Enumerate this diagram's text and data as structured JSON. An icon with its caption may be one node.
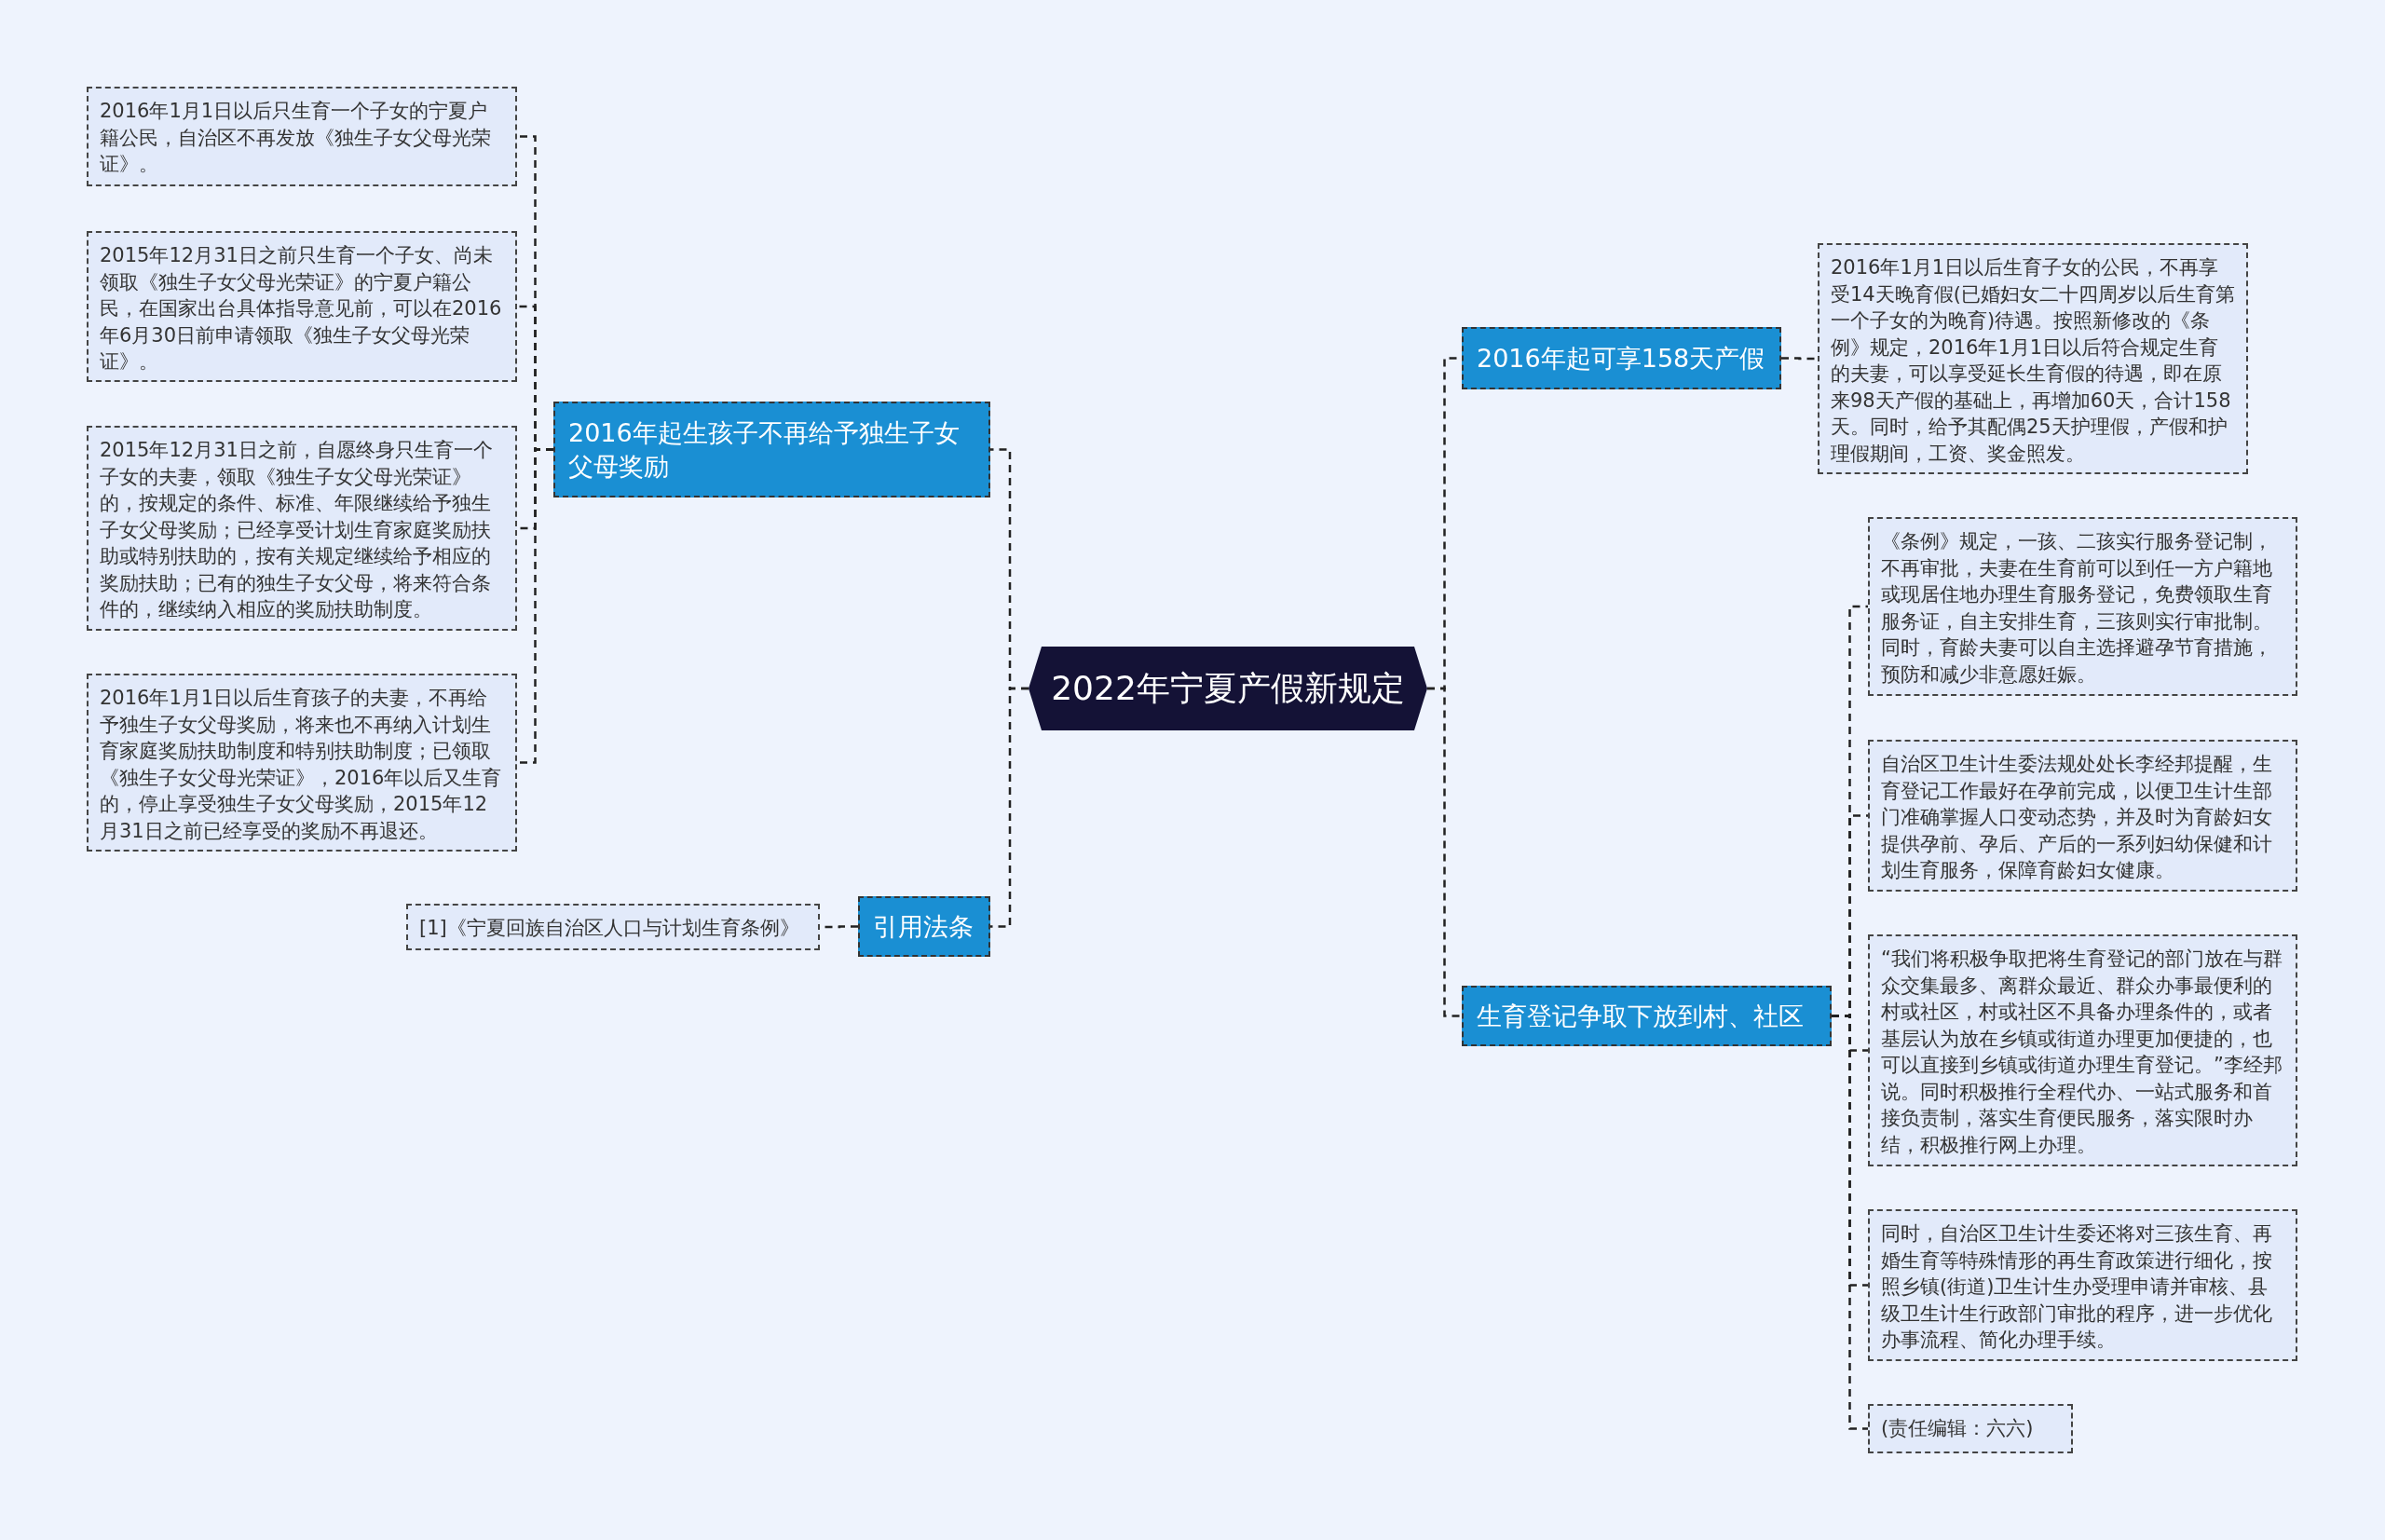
{
  "diagram": {
    "nodes": [
      {
        "text": [
          "2022年宁夏产假新规定"
        ]
      },
      {
        "text": [
          "2016年起生孩子不再给予独生子女父母奖励"
        ]
      },
      {
        "text": [
          "2016年1月1日以后只生育一个子女的宁夏户籍公民，自治区不再发放《独生子女父母光荣证》。"
        ]
      },
      {
        "text": [
          "2015年12月31日之前只生育一个子女、尚未领取《独生子女父母光荣证》的宁夏户籍公民，在国家出台具体指导意见前，可以在2016年6月30日前申请领取《独生子女父母光荣证》。"
        ]
      },
      {
        "text": [
          "2015年12月31日之前，自愿终身只生育一个子女的夫妻，领取《独生子女父母光荣证》的，按规定的条件、标准、年限继续给予独生子女父母奖励；已经享受计划生育家庭奖励扶助或特别扶助的，按有关规定继续给予相应的奖励扶助；已有的独生子女父母，将来符合条件的，继续纳入相应的奖励扶助制度。"
        ]
      },
      {
        "text": [
          "2016年1月1日以后生育孩子的夫妻，不再给予独生子女父母奖励，将来也不再纳入计划生育家庭奖励扶助制度和特别扶助制度；已领取《独生子女父母光荣证》，2016年以后又生育的，停止享受独生子女父母奖励，2015年12月31日之前已经享受的奖励不再退还。"
        ]
      },
      {
        "text": [
          "引用法条"
        ]
      },
      {
        "text": [
          "[1]《宁夏回族自治区人口与计划生育条例》"
        ]
      },
      {
        "text": [
          "2016年起可享158天产假"
        ]
      },
      {
        "text": [
          "2016年1月1日以后生育子女的公民，不再享受14天晚育假(已婚妇女二十四周岁以后生育第一个子女的为晚育)待遇。按照新修改的《条例》规定，2016年1月1日以后符合规定生育的夫妻，可以享受延长生育假的待遇，即在原来98天产假的基础上，再增加60天，合计158天。同时，给予其配偶25天护理假，产假和护理假期间，工资、奖金照发。"
        ]
      },
      {
        "text": [
          "生育登记争取下放到村、社区"
        ]
      },
      {
        "text": [
          "《条例》规定，一孩、二孩实行服务登记制，不再审批，夫妻在生育前可以到任一方户籍地或现居住地办理生育服务登记，免费领取生育服务证，自主安排生育，三孩则实行审批制。同时，育龄夫妻可以自主选择避孕节育措施，预防和减少非意愿妊娠。"
        ]
      },
      {
        "text": [
          "自治区卫生计生委法规处处长李经邦提醒，生育登记工作最好在孕前完成，以便卫生计生部门准确掌握人口变动态势，并及时为育龄妇女提供孕前、孕后、产后的一系列妇幼保健和计划生育服务，保障育龄妇女健康。"
        ]
      },
      {
        "text": [
          "“我们将积极争取把将生育登记的部门放在与群众交集最多、离群众最近、群众办事最便利的村或社区，村或社区不具备办理条件的，或者基层认为放在乡镇或街道办理更加便捷的，也可以直接到乡镇或街道办理生育登记。”李经邦说。同时积极推行全程代办、一站式服务和首接负责制，落实生育便民服务，落实限时办结，积极推行网上办理。"
        ]
      },
      {
        "text": [
          "同时，自治区卫生计生委还将对三孩生育、再婚生育等特殊情形的再生育政策进行细化，按照乡镇(街道)卫生计生办受理申请并审核、县级卫生计生行政部门审批的程序，进一步优化办事流程、简化办理手续。"
        ]
      },
      {
        "text": [
          "(责任编辑：六六)"
        ]
      }
    ],
    "edges": [
      {
        "from": 0,
        "to": 1,
        "arrow": "none"
      },
      {
        "from": 1,
        "to": 2,
        "arrow": "none"
      },
      {
        "from": 1,
        "to": 3,
        "arrow": "none"
      },
      {
        "from": 1,
        "to": 4,
        "arrow": "none"
      },
      {
        "from": 1,
        "to": 5,
        "arrow": "none"
      },
      {
        "from": 0,
        "to": 6,
        "arrow": "none"
      },
      {
        "from": 6,
        "to": 7,
        "arrow": "none"
      },
      {
        "from": 0,
        "to": 8,
        "arrow": "none"
      },
      {
        "from": 8,
        "to": 9,
        "arrow": "none"
      },
      {
        "from": 0,
        "to": 10,
        "arrow": "none"
      },
      {
        "from": 10,
        "to": 11,
        "arrow": "none"
      },
      {
        "from": 10,
        "to": 12,
        "arrow": "none"
      },
      {
        "from": 10,
        "to": 13,
        "arrow": "none"
      },
      {
        "from": 10,
        "to": 14,
        "arrow": "none"
      },
      {
        "from": 10,
        "to": 15,
        "arrow": "none"
      }
    ]
  }
}
